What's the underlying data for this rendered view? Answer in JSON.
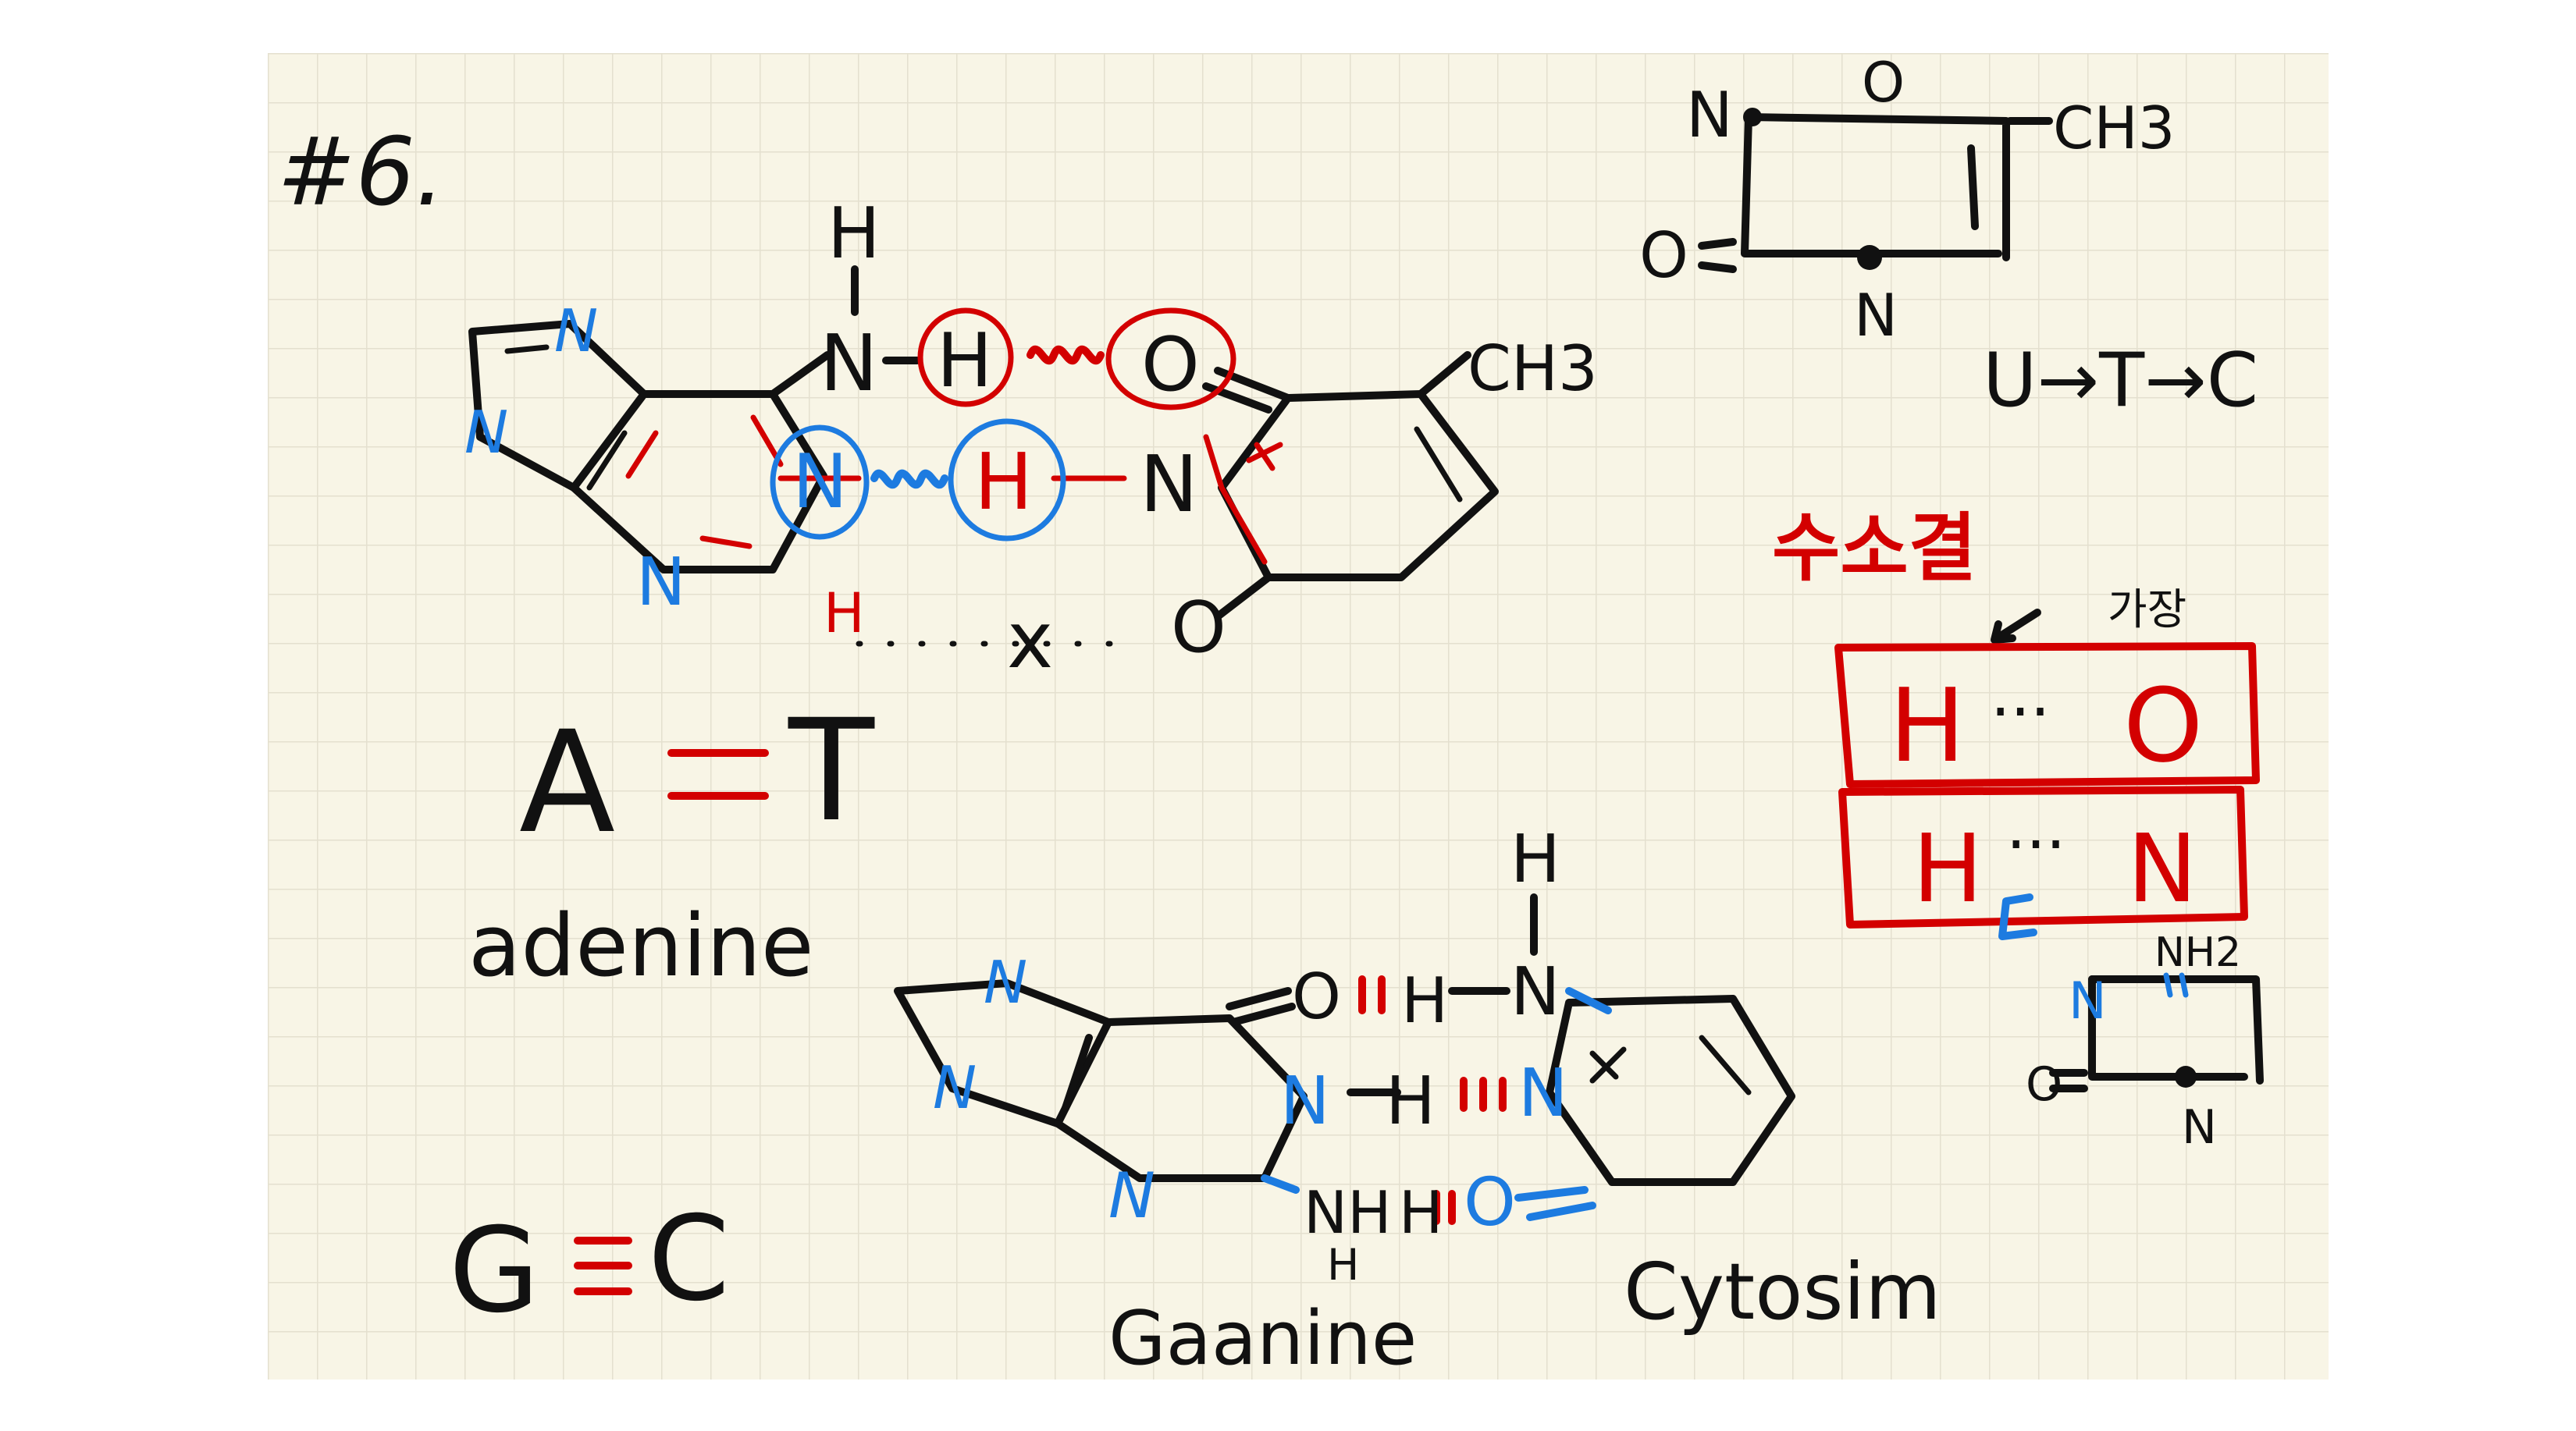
{
  "page_number": "#6.",
  "colors": {
    "paper": "#f8f5e6",
    "grid": "#e4e0cf",
    "ink": "#111111",
    "red": "#d30000",
    "blue": "#1d7be0"
  },
  "at_pair": {
    "atoms": {
      "h_top": "H",
      "n_amine": "N",
      "h_bond1": "H",
      "o_bond1": "O",
      "n_ring": "N",
      "h_bond2": "H",
      "n_thymine": "N",
      "ch3": "CH3",
      "o_bottom": "O",
      "h_red": "H",
      "n_five1": "N",
      "n_five2": "N",
      "n_six": "N",
      "x_mark": "x"
    },
    "label_a": "A",
    "label_t": "T",
    "name": "adenine"
  },
  "gc_pair": {
    "label_g": "G",
    "label_c": "C",
    "atoms": {
      "o_top": "O",
      "h_top": "H",
      "n_top": "N",
      "h_amine": "H",
      "n_mid": "N",
      "h_mid": "H",
      "n_cyt": "N",
      "nh_bottom": "NH",
      "h_bottom": "H",
      "h_below": "H",
      "o_bottom": "O",
      "n_five1": "N",
      "n_five2": "N",
      "n_six": "N"
    },
    "name_g": "Gaanine",
    "name_c": "Cytosim"
  },
  "top_right": {
    "atoms": {
      "n_left": "N",
      "o_top": "O",
      "ch3": "CH3",
      "o_left": "O",
      "n_bottom": "N"
    },
    "sequence": "U→T→C"
  },
  "hbond_note": {
    "title": "수소결",
    "annotation": "가장",
    "box1": {
      "h": "H",
      "dots": "···",
      "x": "O"
    },
    "box2": {
      "h": "H",
      "dots": "···",
      "x": "N"
    }
  },
  "small_ring": {
    "nh2": "NH2",
    "n_left": "N",
    "o_left": "O",
    "n_bottom": "N"
  }
}
